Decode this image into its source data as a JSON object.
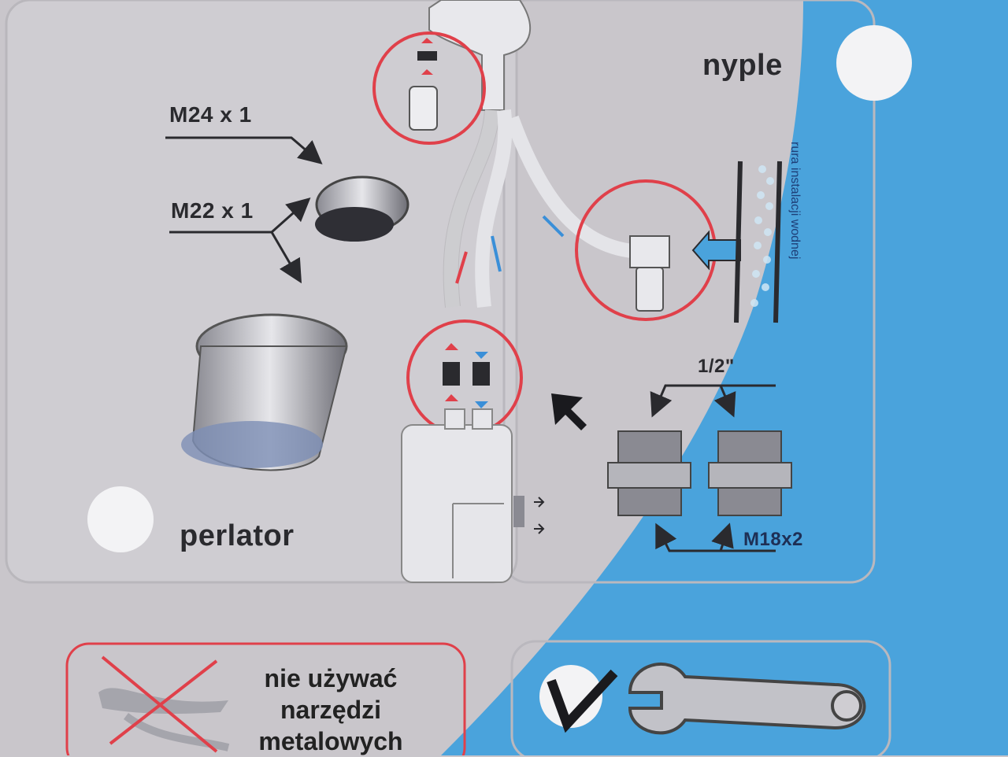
{
  "diagram": {
    "colors": {
      "background": "#c9c6cb",
      "panel": "#d3d1d6",
      "water_blue": "#4aa3dc",
      "highlight_red": "#e0404a",
      "line_dark": "#2a2a2e",
      "hot_arrow": "#e0404a",
      "cold_arrow": "#3a8fd8"
    },
    "labels": {
      "nipples": "nyple",
      "aerator": "perlator",
      "thread_m24": "M24 x 1",
      "thread_m22": "M22 x 1",
      "thread_half_inch": "1/2\"",
      "thread_m18": "M18x2",
      "pipe_label": "rura instalacji wodnej"
    },
    "warning": {
      "line1": "nie używać",
      "line2": "narzędzi",
      "line3": "metalowych"
    },
    "components": [
      "faucet",
      "aerator-adapter-ring",
      "aerator",
      "hot-hose",
      "cold-hose",
      "angle-valve",
      "water-heater",
      "nipple-1",
      "nipple-2",
      "forbidden-pliers",
      "allowed-plastic-wrench"
    ]
  }
}
